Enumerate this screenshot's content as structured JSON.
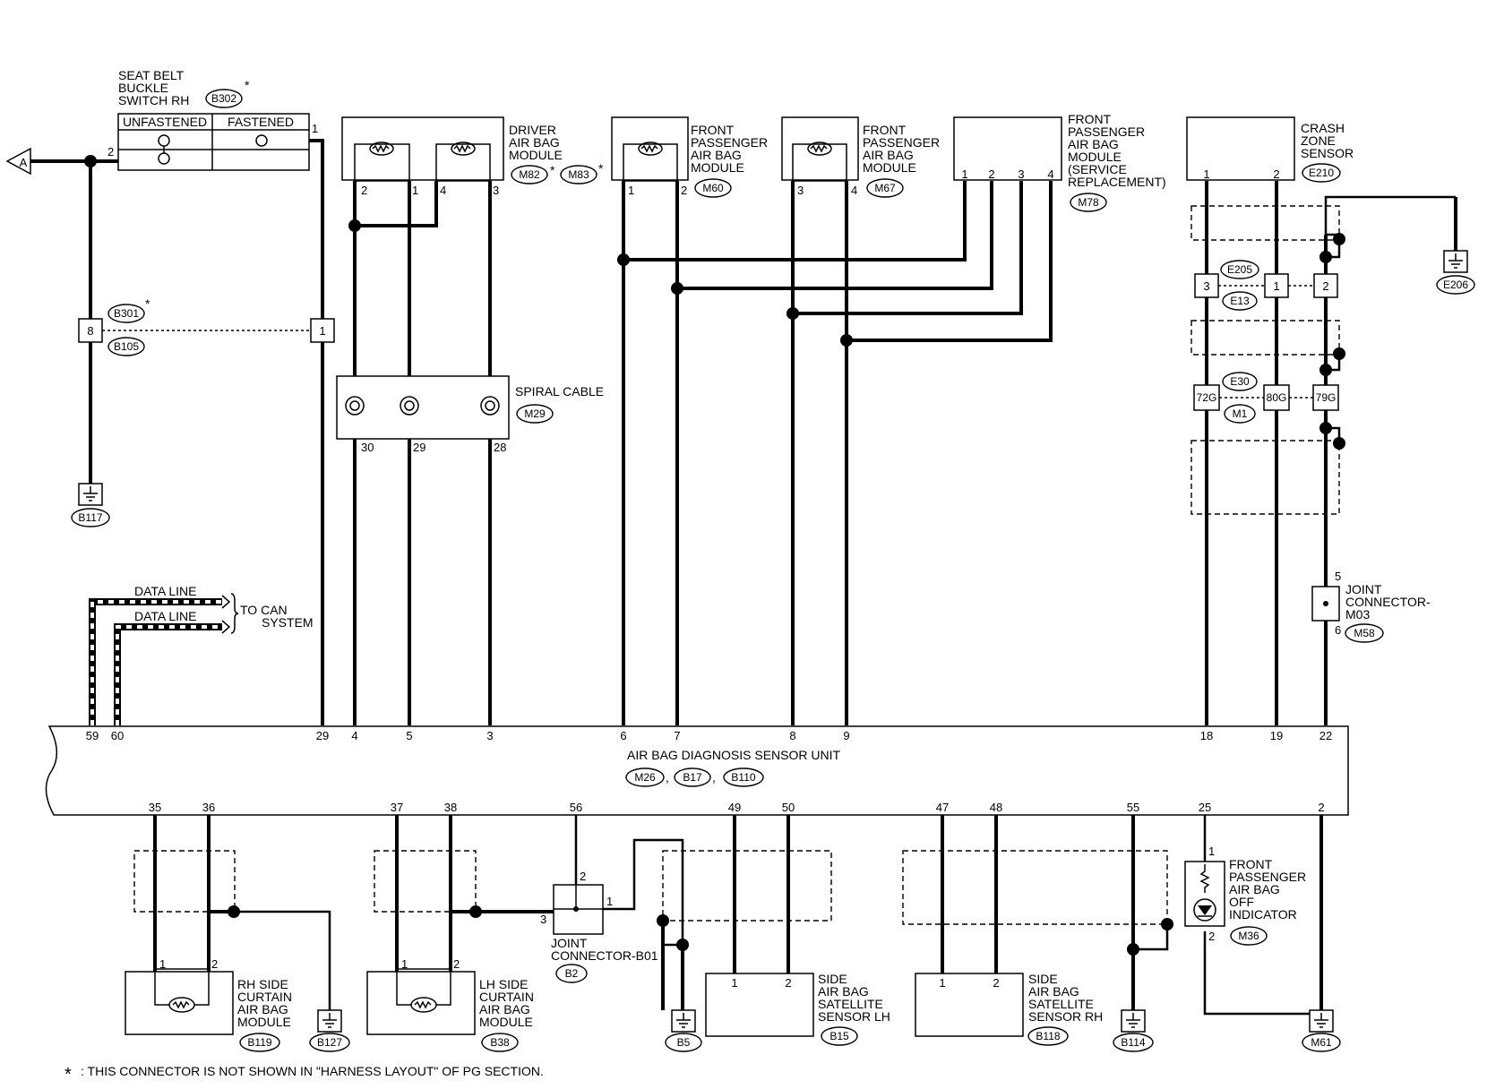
{
  "components": {
    "seat_belt_switch": {
      "label": [
        "SEAT BELT",
        "BUCKLE",
        "SWITCH RH"
      ],
      "connector": "B302",
      "asterisk": "*",
      "col_unfastened": "UNFASTENED",
      "col_fastened": "FASTENED",
      "pin_1": "1",
      "pin_2": "2"
    },
    "driver_airbag": {
      "label": [
        "DRIVER",
        "AIR BAG",
        "MODULE"
      ],
      "connector_a": "M82",
      "connector_b": "M83",
      "asterisk": "*",
      "pins": [
        "2",
        "1",
        "4",
        "3"
      ]
    },
    "front_pass_m60": {
      "label": [
        "FRONT",
        "PASSENGER",
        "AIR BAG",
        "MODULE"
      ],
      "connector": "M60",
      "pins": [
        "1",
        "2"
      ]
    },
    "front_pass_m67": {
      "label": [
        "FRONT",
        "PASSENGER",
        "AIR BAG",
        "MODULE"
      ],
      "connector": "M67",
      "pins": [
        "3",
        "4"
      ]
    },
    "front_pass_service": {
      "label": [
        "FRONT",
        "PASSENGER",
        "AIR BAG",
        "MODULE",
        "(SERVICE",
        "REPLACEMENT)"
      ],
      "connector": "M78",
      "pins": [
        "1",
        "2",
        "3",
        "4"
      ]
    },
    "crash_zone": {
      "label": [
        "CRASH",
        "ZONE",
        "SENSOR"
      ],
      "connector": "E210",
      "pins": [
        "1",
        "2"
      ]
    },
    "spiral_cable": {
      "label": "SPIRAL CABLE",
      "connector": "M29",
      "pins": [
        "30",
        "29",
        "28"
      ]
    },
    "can": {
      "data_line_1": "DATA LINE",
      "data_line_2": "DATA LINE",
      "to_can": [
        "TO CAN",
        "SYSTEM"
      ]
    },
    "joint_m03": {
      "label": [
        "JOINT",
        "CONNECTOR-",
        "M03"
      ],
      "connector": "M58",
      "pin_top": "5",
      "pin_bottom": "6"
    },
    "asdu": {
      "label": "AIR BAG DIAGNOSIS SENSOR UNIT",
      "connectors": [
        "M26",
        "B17",
        "B110"
      ],
      "sep": ",",
      "top_pins": [
        "59",
        "60",
        "29",
        "4",
        "5",
        "3",
        "6",
        "7",
        "8",
        "9",
        "18",
        "19",
        "22"
      ],
      "bottom_pins": [
        "35",
        "36",
        "37",
        "38",
        "56",
        "49",
        "50",
        "47",
        "48",
        "55",
        "25",
        "2"
      ]
    },
    "rh_curtain": {
      "label": [
        "RH SIDE",
        "CURTAIN",
        "AIR BAG",
        "MODULE"
      ],
      "connector": "B119",
      "pins": [
        "1",
        "2"
      ]
    },
    "lh_curtain": {
      "label": [
        "LH SIDE",
        "CURTAIN",
        "AIR BAG",
        "MODULE"
      ],
      "connector": "B38",
      "pins": [
        "1",
        "2"
      ]
    },
    "joint_b01": {
      "label": [
        "JOINT",
        "CONNECTOR-B01"
      ],
      "connector": "B2",
      "pins": [
        "2",
        "1",
        "3"
      ]
    },
    "sat_lh": {
      "label": [
        "SIDE",
        "AIR BAG",
        "SATELLITE",
        "SENSOR LH"
      ],
      "connector": "B15",
      "pins": [
        "1",
        "2"
      ]
    },
    "sat_rh": {
      "label": [
        "SIDE",
        "AIR BAG",
        "SATELLITE",
        "SENSOR RH"
      ],
      "connector": "B118",
      "pins": [
        "1",
        "2"
      ]
    },
    "pass_off_indicator": {
      "label": [
        "FRONT",
        "PASSENGER",
        "AIR BAG",
        "OFF",
        "INDICATOR"
      ],
      "connector": "M36",
      "pins": [
        "1",
        "2"
      ]
    }
  },
  "inline_connectors": {
    "b301": {
      "top": "B301",
      "bottom": "B105",
      "asterisk": "*",
      "pin_left": "8",
      "pin_right": "1"
    },
    "e205": {
      "top": "E205",
      "bottom": "E13",
      "pins": [
        "3",
        "1",
        "2"
      ]
    },
    "e30": {
      "top": "E30",
      "bottom": "M1",
      "pins": [
        "72G",
        "80G",
        "79G"
      ]
    }
  },
  "grounds": [
    "B117",
    "E206",
    "B127",
    "B5",
    "B114",
    "M61"
  ],
  "offpage_marker": "A",
  "footnote": {
    "star": "*",
    "text": ": THIS CONNECTOR IS NOT SHOWN IN \"HARNESS LAYOUT\" OF PG SECTION."
  }
}
